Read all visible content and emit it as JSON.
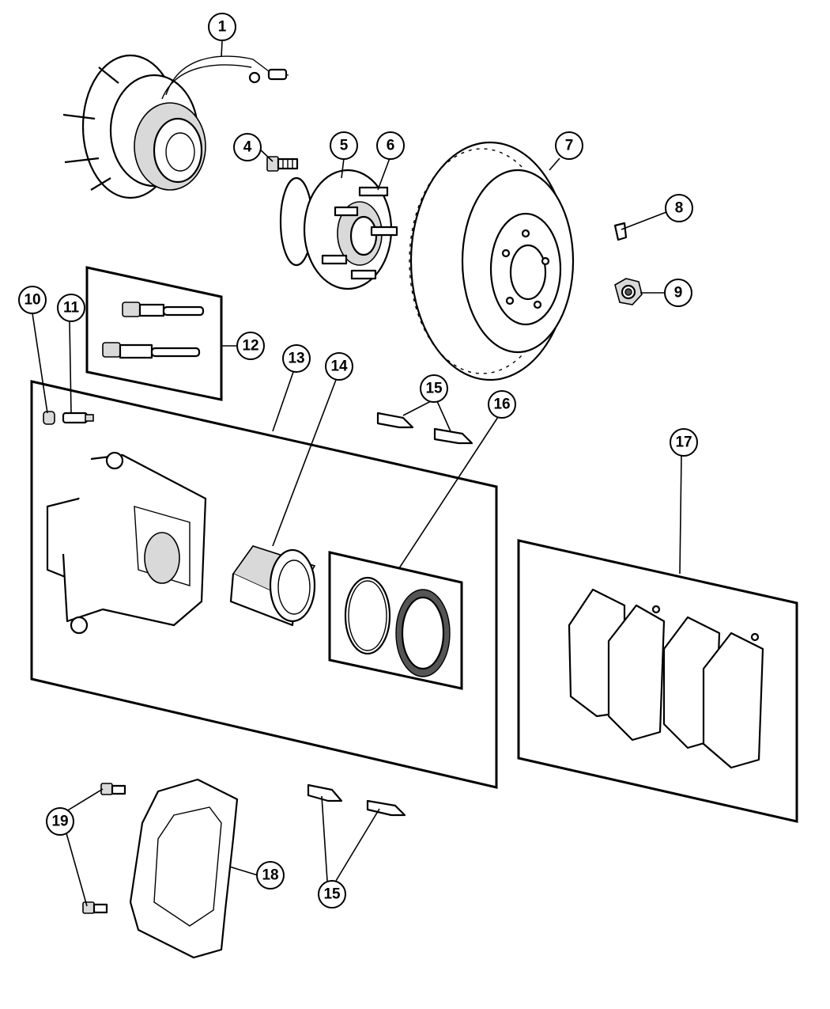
{
  "callouts": [
    {
      "id": "c1",
      "label": "1"
    },
    {
      "id": "c4",
      "label": "4"
    },
    {
      "id": "c5",
      "label": "5"
    },
    {
      "id": "c6",
      "label": "6"
    },
    {
      "id": "c7",
      "label": "7"
    },
    {
      "id": "c8",
      "label": "8"
    },
    {
      "id": "c9",
      "label": "9"
    },
    {
      "id": "c10",
      "label": "10"
    },
    {
      "id": "c11",
      "label": "11"
    },
    {
      "id": "c12",
      "label": "12"
    },
    {
      "id": "c13",
      "label": "13"
    },
    {
      "id": "c14",
      "label": "14"
    },
    {
      "id": "c15a",
      "label": "15"
    },
    {
      "id": "c16",
      "label": "16"
    },
    {
      "id": "c17",
      "label": "17"
    },
    {
      "id": "c18",
      "label": "18"
    },
    {
      "id": "c19",
      "label": "19"
    },
    {
      "id": "c15b",
      "label": "15"
    }
  ]
}
